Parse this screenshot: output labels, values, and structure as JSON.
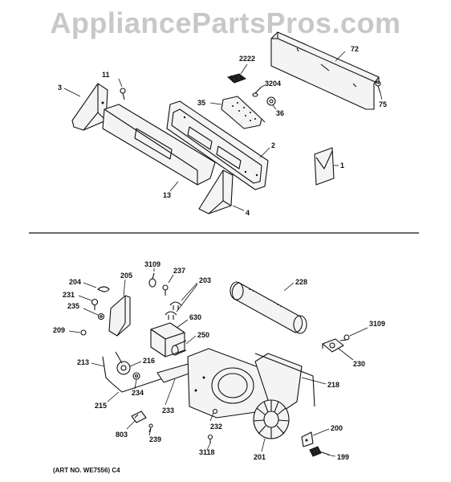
{
  "watermark": "AppliancePartsPros.com",
  "art_number": "(ART NO. WE7556) C4",
  "callouts": {
    "c2222": "2222",
    "c72": "72",
    "c3204": "3204",
    "c11": "11",
    "c3": "3",
    "c35": "35",
    "c36": "36",
    "c75": "75",
    "c2": "2",
    "c1": "1",
    "c13": "13",
    "c4": "4",
    "c3109a": "3109",
    "c237": "237",
    "c204": "204",
    "c205": "205",
    "c203": "203",
    "c228": "228",
    "c231": "231",
    "c235": "235",
    "c630": "630",
    "c209": "209",
    "c250": "250",
    "c3109b": "3109",
    "c213": "213",
    "c216": "216",
    "c234": "234",
    "c230": "230",
    "c218": "218",
    "c215": "215",
    "c233": "233",
    "c232": "232",
    "c803": "803",
    "c239": "239",
    "c200": "200",
    "c3118": "3118",
    "c201": "201",
    "c199": "199"
  }
}
